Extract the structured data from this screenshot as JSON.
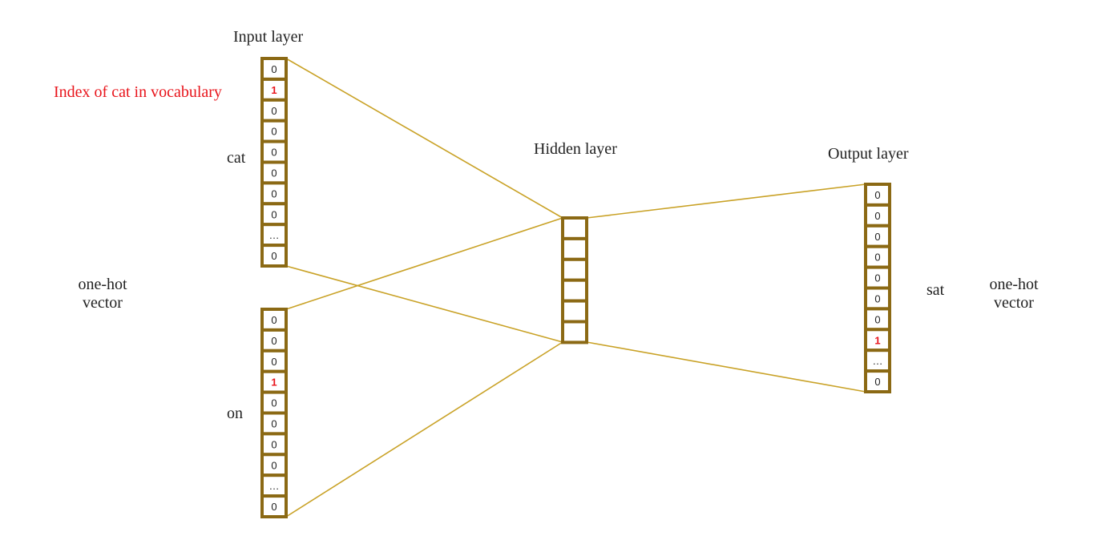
{
  "colors": {
    "frame": "#8b6914",
    "line": "#c9a227",
    "hot": "#e8141b",
    "text": "#222222"
  },
  "labels": {
    "input_layer": "Input layer",
    "hidden_layer": "Hidden layer",
    "output_layer": "Output layer",
    "index_note": "Index of cat in vocabulary",
    "word_cat": "cat",
    "word_on": "on",
    "word_sat": "sat",
    "onehot_left_1": "one-hot",
    "onehot_left_2": "vector",
    "onehot_right_1": "one-hot",
    "onehot_right_2": "vector"
  },
  "vectors": {
    "input_cat": [
      "0",
      "1",
      "0",
      "0",
      "0",
      "0",
      "0",
      "0",
      "…",
      "0"
    ],
    "input_on": [
      "0",
      "0",
      "0",
      "1",
      "0",
      "0",
      "0",
      "0",
      "…",
      "0"
    ],
    "output_sat": [
      "0",
      "0",
      "0",
      "0",
      "0",
      "0",
      "0",
      "1",
      "…",
      "0"
    ]
  },
  "hot_values": [
    "1"
  ],
  "hidden_units": 6
}
